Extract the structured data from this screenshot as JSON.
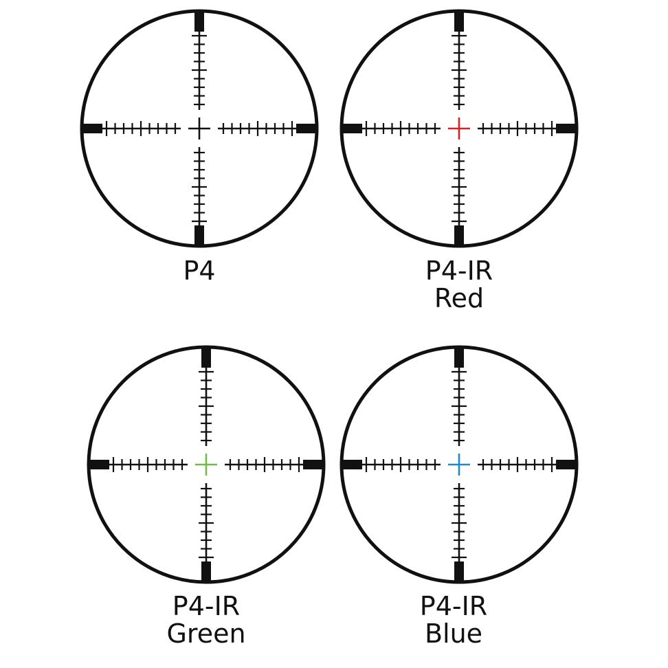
{
  "reticles": [
    {
      "id": "p4",
      "label_line1": "P4",
      "label_line2": "",
      "center_color": "#111111"
    },
    {
      "id": "p4-ir-red",
      "label_line1": "P4-IR",
      "label_line2": "Red",
      "center_color": "#d42027"
    },
    {
      "id": "p4-ir-green",
      "label_line1": "P4-IR",
      "label_line2": "Green",
      "center_color": "#6cbd45"
    },
    {
      "id": "p4-ir-blue",
      "label_line1": "P4-IR",
      "label_line2": "Blue",
      "center_color": "#1e88c8"
    }
  ],
  "colors": {
    "ring": "#111111",
    "background": "#ffffff"
  }
}
